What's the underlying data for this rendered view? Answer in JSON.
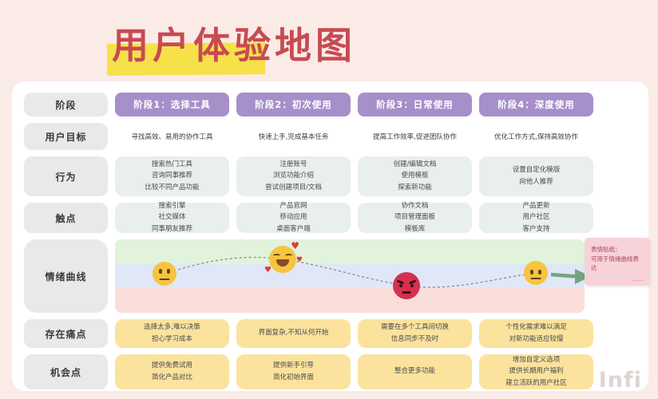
{
  "page": {
    "title": "用户体验地图",
    "watermark": "Infi"
  },
  "row_labels": [
    "阶段",
    "用户目标",
    "行为",
    "触点",
    "情绪曲线",
    "存在痛点",
    "机会点"
  ],
  "stages": [
    {
      "header": "阶段1：选择工具",
      "goal": "寻找高效、易用的协作工具",
      "behaviors": [
        "搜索热门工具",
        "咨询同事推荐",
        "比较不同产品功能"
      ],
      "touchpoints": [
        "搜索引擎",
        "社交媒体",
        "同事朋友推荐"
      ],
      "pain_points": [
        "选择太多,难以决策",
        "担心学习成本"
      ],
      "opportunities": [
        "提供免费试用",
        "简化产品对比"
      ]
    },
    {
      "header": "阶段2：初次使用",
      "goal": "快速上手,完成基本任务",
      "behaviors": [
        "注册账号",
        "浏览功能介绍",
        "尝试创建项目/文档"
      ],
      "touchpoints": [
        "产品官网",
        "移动应用",
        "桌面客户端"
      ],
      "pain_points": [
        "界面复杂,不知从何开始"
      ],
      "opportunities": [
        "提供新手引导",
        "简化初始界面"
      ]
    },
    {
      "header": "阶段3：日常使用",
      "goal": "提高工作效率,促进团队协作",
      "behaviors": [
        "创建/编辑文档",
        "使用模板",
        "探索新功能"
      ],
      "touchpoints": [
        "协作文档",
        "项目管理面板",
        "模板库"
      ],
      "pain_points": [
        "需要在多个工具间切换",
        "信息同步不及时"
      ],
      "opportunities": [
        "整合更多功能"
      ]
    },
    {
      "header": "阶段4：深度使用",
      "goal": "优化工作方式,保持高效协作",
      "behaviors": [
        "设置自定化模版",
        "向他人推荐"
      ],
      "touchpoints": [
        "产品更新",
        "用户社区",
        "客户支持"
      ],
      "pain_points": [
        "个性化需求难以满足",
        "对新功能适应较慢"
      ],
      "opportunities": [
        "增加自定义选项",
        "提供长期用户福利",
        "建立活跃的用户社区"
      ]
    }
  ],
  "emotion_curve": {
    "points": [
      {
        "icon": "neutral-face-emoji",
        "level": "neutral"
      },
      {
        "icon": "smiling-face-with-hearts-emoji",
        "level": "positive"
      },
      {
        "icon": "angry-face-emoji",
        "level": "negative"
      },
      {
        "icon": "neutral-face-emoji",
        "level": "neutral"
      }
    ],
    "sticky_note": {
      "lines": [
        "表情贴纸：",
        "可用于情绪曲线表达"
      ]
    },
    "heart_glyph": "♥"
  },
  "colors": {
    "page_bg": "#fbebe7",
    "panel_bg": "#ffffff",
    "title_red": "#c84a52",
    "title_highlight": "#f6e14a",
    "stage_purple": "#a78fca",
    "label_gray": "#e9e9e9",
    "soft_box": "#e9efec",
    "yellow_box": "#fbe39e",
    "band_positive": "#e1f3da",
    "band_neutral": "#e0e7f6",
    "band_negative": "#fadeD9",
    "sticky_note": "#f8d2d9",
    "arrow_green": "#76a284"
  }
}
